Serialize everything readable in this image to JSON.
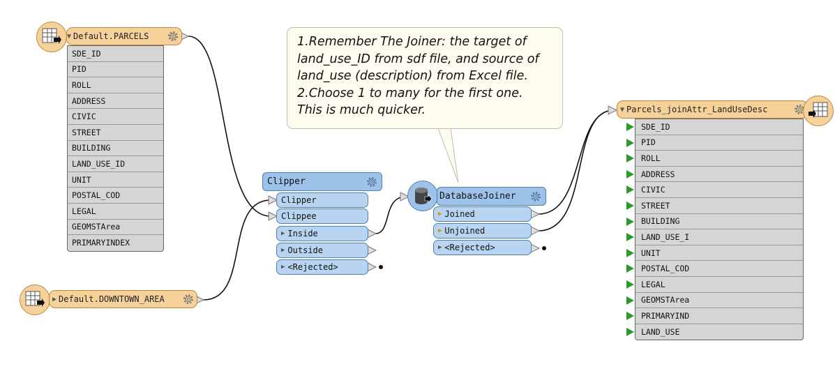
{
  "reader_parcels": {
    "title": "Default.PARCELS",
    "attributes": [
      "SDE_ID",
      "PID",
      "ROLL",
      "ADDRESS",
      "CIVIC",
      "STREET",
      "BUILDING",
      "LAND_USE_ID",
      "UNIT",
      "POSTAL_COD",
      "LEGAL",
      "GEOMSTArea",
      "PRIMARYINDEX"
    ]
  },
  "reader_downtown": {
    "title": "Default.DOWNTOWN_AREA"
  },
  "clipper": {
    "title": "Clipper",
    "inputs": [
      "Clipper",
      "Clippee"
    ],
    "outputs": [
      "Inside",
      "Outside",
      "<Rejected>"
    ]
  },
  "database_joiner": {
    "title": "DatabaseJoiner",
    "outputs": [
      "Joined",
      "Unjoined",
      "<Rejected>"
    ]
  },
  "annotation": {
    "lines": [
      "1.Remember The Joiner: the target of",
      "land_use_ID from sdf file, and source of",
      "land_use (description) from Excel file.",
      "2.Choose 1 to many for the first one.",
      "This is much quicker."
    ]
  },
  "writer": {
    "title": "Parcels_joinAttr_LandUseDesc",
    "attributes": [
      "SDE_ID",
      "PID",
      "ROLL",
      "ADDRESS",
      "CIVIC",
      "STREET",
      "BUILDING",
      "LAND_USE_I",
      "UNIT",
      "POSTAL_COD",
      "LEGAL",
      "GEOMSTArea",
      "PRIMARYIND",
      "LAND_USE"
    ]
  },
  "colors": {
    "feature_type": "#f6d29a",
    "transformer": "#9ec3ea",
    "port": "#b8d4f1",
    "attribute_list": "#d5d5d5",
    "annotation": "#fdfcee",
    "connector": "#111111",
    "writer_input_marker": "#2a9a2a"
  },
  "icons": {
    "reader": "table-reader-icon",
    "writer": "table-writer-icon",
    "database": "database-icon",
    "gear": "gear-icon"
  }
}
